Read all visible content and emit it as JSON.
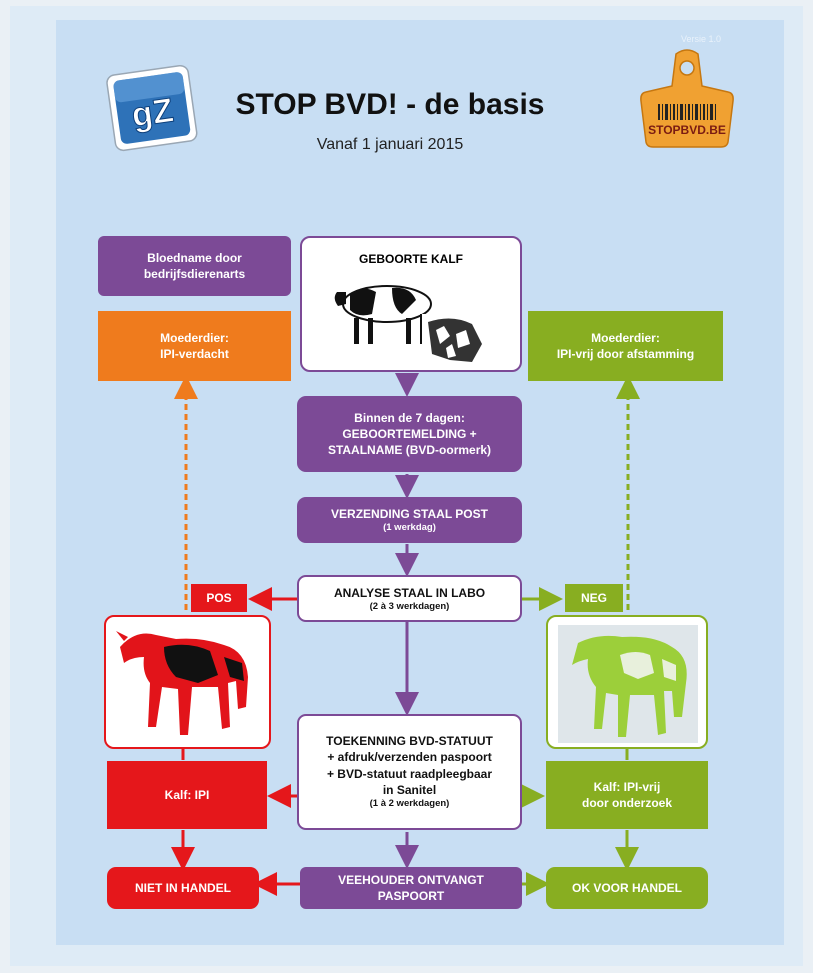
{
  "header": {
    "version": "Versie 1.0",
    "title": "STOP BVD! - de basis",
    "subtitle": "Vanaf 1 januari 2015",
    "logo_left_text": "gZ",
    "logo_right_text": "STOPBVD.BE"
  },
  "boxes": {
    "bloedname": "Bloedname door bedrijfsdierenarts",
    "moeder_ipi_verdacht_1": "Moederdier:",
    "moeder_ipi_verdacht_2": "IPI-verdacht",
    "geboorte": "GEBOORTE KALF",
    "moeder_ipi_vrij_1": "Moederdier:",
    "moeder_ipi_vrij_2": "IPI-vrij door afstamming",
    "binnen_1": "Binnen de 7 dagen:",
    "binnen_2": "GEBOORTEMELDING +",
    "binnen_3": "STAALNAME (BVD-oormerk)",
    "verzending_1": "VERZENDING STAAL POST",
    "verzending_2": "(1 werkdag)",
    "analyse_1": "ANALYSE STAAL IN LABO",
    "analyse_2": "(2 à 3 werkdagen)",
    "pos": "POS",
    "neg": "NEG",
    "toekenning_1": "TOEKENNING BVD-STATUUT",
    "toekenning_2": "+ afdruk/verzenden paspoort",
    "toekenning_3": "+ BVD-statuut raadpleegbaar",
    "toekenning_4": "in Sanitel",
    "toekenning_5": "(1 à 2 werkdagen)",
    "kalf_ipi": "Kalf: IPI",
    "kalf_ipi_vrij_1": "Kalf: IPI-vrij",
    "kalf_ipi_vrij_2": "door onderzoek",
    "niet_in_handel": "NIET IN HANDEL",
    "veehouder_1": "VEEHOUDER ONTVANGT",
    "veehouder_2": "PASPOORT",
    "ok_voor_handel": "OK VOOR HANDEL"
  },
  "colors": {
    "purple": "#7c4a96",
    "orange": "#ef7b1d",
    "green": "#88ae21",
    "red": "#e5171b",
    "background": "#c8def3"
  }
}
